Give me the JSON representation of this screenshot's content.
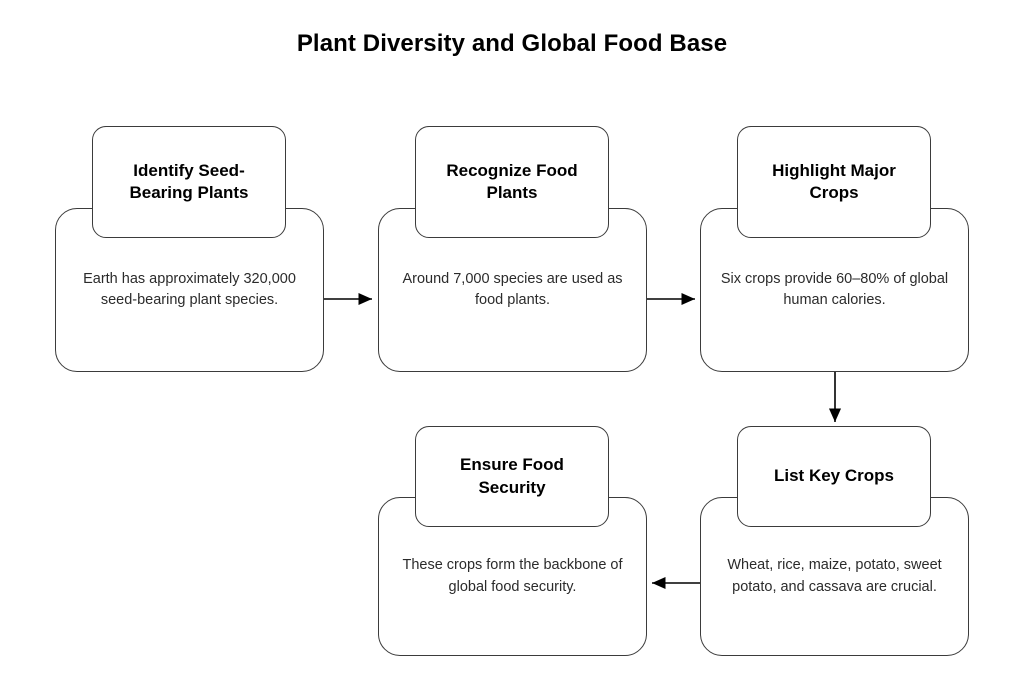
{
  "title": "Plant Diversity and Global Food Base",
  "theme": {
    "background": "#ffffff",
    "stroke": "#3b3b3b",
    "heading_text": "#000000",
    "body_text": "#2b2b2b",
    "arrow": "#000000"
  },
  "nodes": [
    {
      "id": "identify-seed-bearing-plants",
      "heading": "Identify Seed-Bearing Plants",
      "body": "Earth has approximately 320,000 seed-bearing plant species."
    },
    {
      "id": "recognize-food-plants",
      "heading": "Recognize Food Plants",
      "body": "Around 7,000 species are used as food plants."
    },
    {
      "id": "highlight-major-crops",
      "heading": "Highlight Major Crops",
      "body": "Six crops provide 60–80% of global human calories."
    },
    {
      "id": "list-key-crops",
      "heading": "List Key Crops",
      "body": "Wheat, rice, maize, potato, sweet potato, and cassava are crucial."
    },
    {
      "id": "ensure-food-security",
      "heading": "Ensure Food Security",
      "body": "These crops form the backbone of global food security."
    }
  ],
  "edges": [
    {
      "id": "edge-1",
      "from": "identify-seed-bearing-plants",
      "to": "recognize-food-plants",
      "direction": "right"
    },
    {
      "id": "edge-2",
      "from": "recognize-food-plants",
      "to": "highlight-major-crops",
      "direction": "right"
    },
    {
      "id": "edge-3",
      "from": "highlight-major-crops",
      "to": "list-key-crops",
      "direction": "down"
    },
    {
      "id": "edge-4",
      "from": "list-key-crops",
      "to": "ensure-food-security",
      "direction": "left"
    }
  ]
}
